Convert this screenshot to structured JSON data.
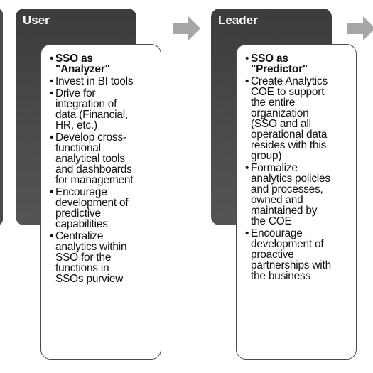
{
  "stages": [
    {
      "title": "User",
      "bullets": [
        {
          "text": "SSO as\n\"Analyzer\"",
          "bold": true
        },
        {
          "text": "Invest in BI tools",
          "bold": false
        },
        {
          "text": "Drive for\nintegration of\ndata (Financial,\nHR, etc.)",
          "bold": false
        },
        {
          "text": "Develop cross-\nfunctional\nanalytical tools\nand dashboards\nfor management",
          "bold": false
        },
        {
          "text": "Encourage\ndevelopment of\npredictive\ncapabilities",
          "bold": false
        },
        {
          "text": "Centralize\nanalytics within\nSSO for the\nfunctions in\nSSOs purview",
          "bold": false
        }
      ]
    },
    {
      "title": "Leader",
      "bullets": [
        {
          "text": "SSO as\n\"Predictor\"",
          "bold": true
        },
        {
          "text": "Create Analytics\nCOE to support\nthe entire\norganization\n(SSO and all\noperational data\nresides with this\ngroup)",
          "bold": false
        },
        {
          "text": "Formalize\nanalytics policies\nand processes,\nowned and\nmaintained by\nthe COE",
          "bold": false
        },
        {
          "text": "Encourage\ndevelopment of\nproactive\npartnerships with\nthe business",
          "bold": false
        }
      ]
    }
  ],
  "colors": {
    "stage_bg": "#484848",
    "arrow": "#a6a6a6",
    "card_border": "#4a4a4a"
  }
}
